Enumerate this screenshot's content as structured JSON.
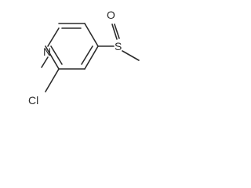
{
  "molecule": {
    "atoms": {
      "n": "N",
      "o": "O",
      "s": "S",
      "cl": "Cl"
    }
  },
  "colors": {
    "ink": "#2b2b2b",
    "background": "#ffffff"
  }
}
